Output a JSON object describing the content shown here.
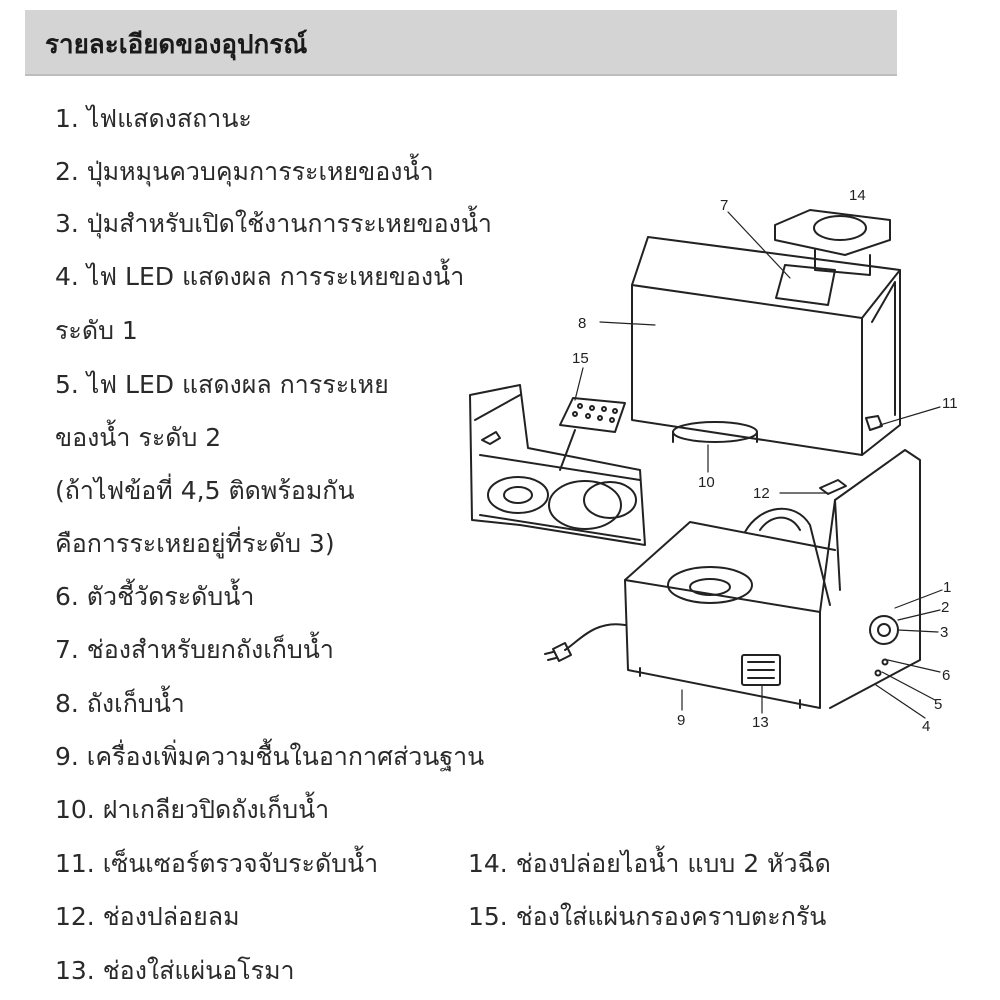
{
  "header": {
    "title": "รายละเอียดของอุปกรณ์"
  },
  "items": [
    "1. ไฟแสดงสถานะ",
    "2. ปุ่มหมุนควบคุมการระเหยของน้ำ",
    "3. ปุ่มสำหรับเปิดใช้งานการระเหยของน้ำ",
    "4. ไฟ LED แสดงผล การระเหยของน้ำ",
    "ระดับ 1",
    "5. ไฟ LED แสดงผล การระเหย",
    "ของน้ำ ระดับ 2",
    "(ถ้าไฟข้อที่ 4,5 ติดพร้อมกัน",
    "คือการระเหยอยู่ที่ระดับ 3)",
    "6. ตัวชี้วัดระดับน้ำ",
    "7. ช่องสำหรับยกถังเก็บน้ำ",
    "8. ถังเก็บน้ำ",
    "9. เครื่องเพิ่มความชื้นในอากาศส่วนฐาน",
    "10. ฝาเกลียวปิดถังเก็บน้ำ",
    "11. เซ็นเซอร์ตรวจจับระดับน้ำ",
    "12. ช่องปล่อยลม",
    "13. ช่องใส่แผ่นอโรมา",
    "14. ช่องปล่อยไอน้ำ แบบ 2 หัวฉีด",
    "15. ช่องใส่แผ่นกรองคราบตะกรัน"
  ],
  "diagram": {
    "callouts": [
      "14",
      "7",
      "8",
      "15",
      "11",
      "10",
      "12",
      "1",
      "2",
      "3",
      "6",
      "5",
      "4",
      "9",
      "13"
    ]
  }
}
